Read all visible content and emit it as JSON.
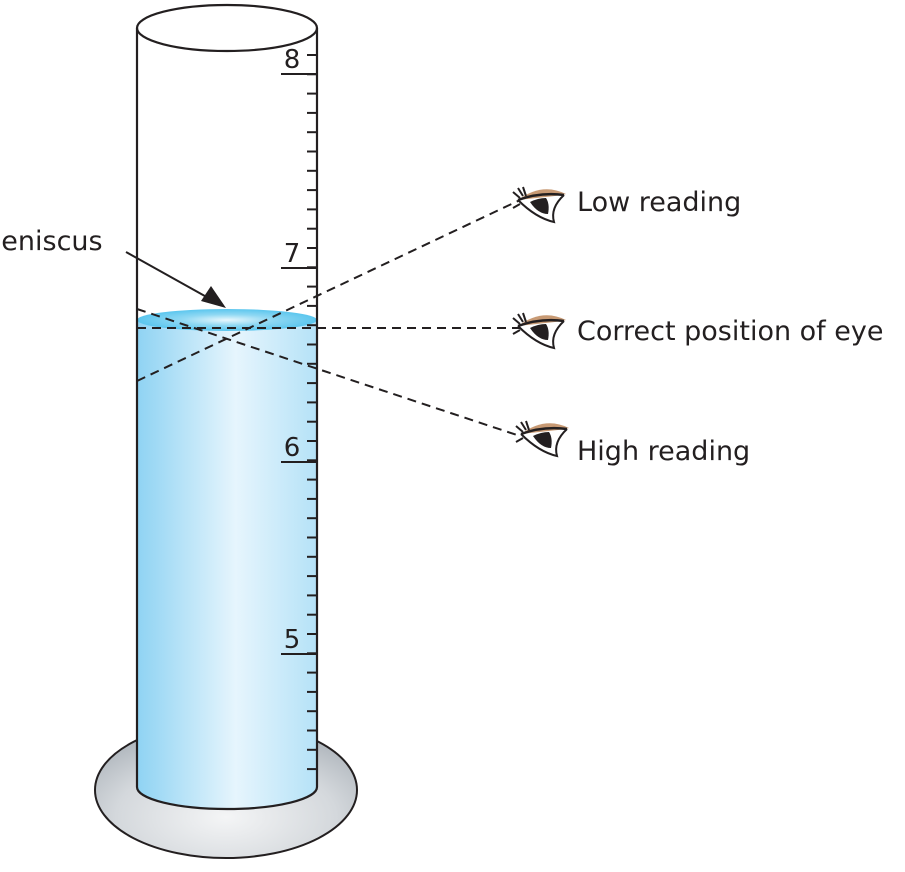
{
  "diagram": {
    "scale_labels": [
      "8",
      "7",
      "6",
      "5"
    ],
    "meniscus_label": "Meniscus",
    "eye_positions": [
      {
        "label": "Low reading"
      },
      {
        "label": "Correct position of eye"
      },
      {
        "label": "High reading"
      }
    ]
  },
  "colors": {
    "liquid_light": "#e6f5fd",
    "liquid_dark": "#8fd3f3",
    "meniscus": "#5bc6ee",
    "outline": "#231f20",
    "base": "#c7ccd1"
  }
}
